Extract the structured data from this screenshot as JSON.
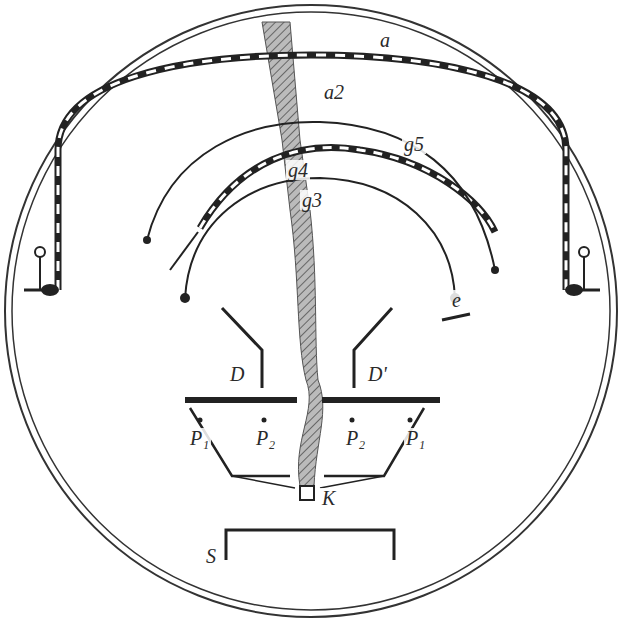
{
  "diagram": {
    "labels": [
      "a",
      "a2",
      "g5",
      "g4",
      "g3",
      "e",
      "D",
      "D'",
      "P₁",
      "P₂",
      "P₂",
      "P₁",
      "K",
      "S"
    ]
  }
}
